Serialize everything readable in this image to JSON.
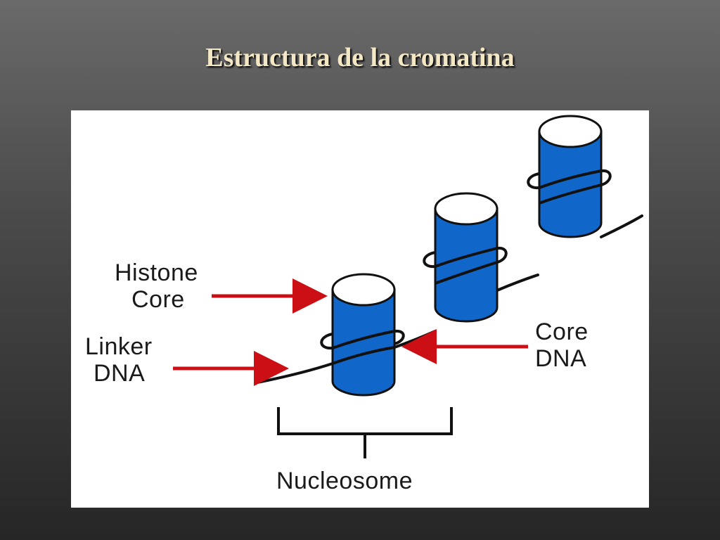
{
  "title": "Estructura de la cromatina",
  "diagram": {
    "labels": {
      "histone_core": [
        "Histone",
        "Core"
      ],
      "linker_dna": [
        "Linker",
        "DNA"
      ],
      "core_dna": [
        "Core",
        "DNA"
      ],
      "nucleosome": "Nucleosome"
    },
    "colors": {
      "histone": "#1167c9",
      "dna": "#111111",
      "arrow": "#cc0f14",
      "background": "#ffffff"
    }
  }
}
